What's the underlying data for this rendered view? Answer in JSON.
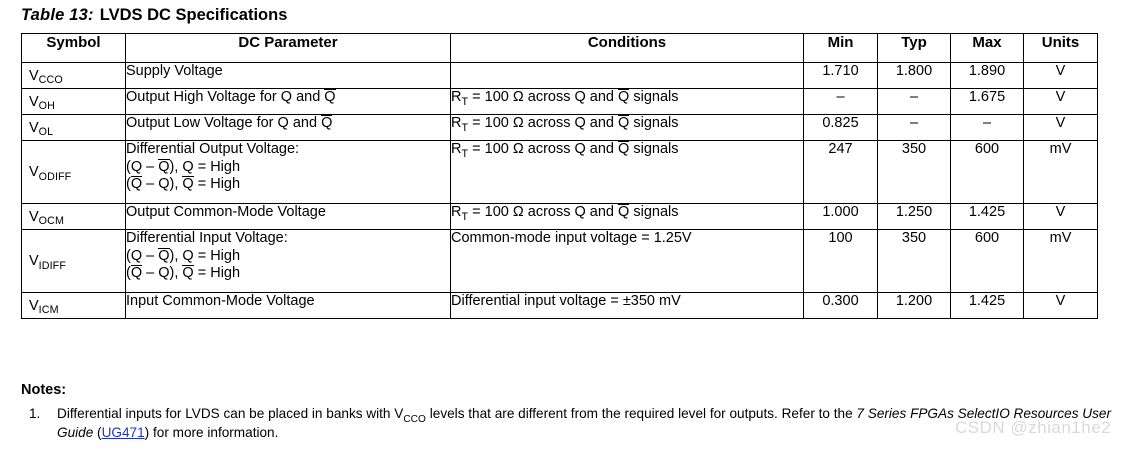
{
  "caption": {
    "label": "Table  13:",
    "title": "LVDS DC Specifications"
  },
  "table": {
    "headers": [
      "Symbol",
      "DC Parameter",
      "Conditions",
      "Min",
      "Typ",
      "Max",
      "Units"
    ],
    "accent_color": "#9E0B0E",
    "rows": [
      {
        "symbol_base": "V",
        "symbol_sub": "CCO",
        "parameter_lines": [
          "Supply Voltage"
        ],
        "condition": "",
        "min": "1.710",
        "typ": "1.800",
        "max": "1.890",
        "units": "V"
      },
      {
        "symbol_base": "V",
        "symbol_sub": "OH",
        "parameter_lines": [
          "Output High Voltage for Q and Q̅"
        ],
        "condition": "R_T = 100 Ω across Q and Q̅ signals",
        "min": "–",
        "typ": "–",
        "max": "1.675",
        "units": "V"
      },
      {
        "symbol_base": "V",
        "symbol_sub": "OL",
        "parameter_lines": [
          "Output Low Voltage for Q and Q̅"
        ],
        "condition": "R_T = 100 Ω across Q and Q̅ signals",
        "min": "0.825",
        "typ": "–",
        "max": "–",
        "units": "V"
      },
      {
        "symbol_base": "V",
        "symbol_sub": "ODIFF",
        "parameter_lines": [
          "Differential Output Voltage:",
          "(Q – Q̅), Q = High",
          "(Q̅ – Q), Q̅ = High"
        ],
        "condition": "R_T = 100 Ω across Q and Q̅ signals",
        "min": "247",
        "typ": "350",
        "max": "600",
        "units": "mV"
      },
      {
        "symbol_base": "V",
        "symbol_sub": "OCM",
        "parameter_lines": [
          "Output Common-Mode Voltage"
        ],
        "condition": "R_T = 100 Ω across Q and Q̅ signals",
        "min": "1.000",
        "typ": "1.250",
        "max": "1.425",
        "units": "V"
      },
      {
        "symbol_base": "V",
        "symbol_sub": "IDIFF",
        "parameter_lines": [
          "Differential Input Voltage:",
          "(Q – Q̅), Q = High",
          "(Q̅ – Q), Q̅ = High"
        ],
        "condition": "Common-mode input voltage = 1.25V",
        "min": "100",
        "typ": "350",
        "max": "600",
        "units": "mV"
      },
      {
        "symbol_base": "V",
        "symbol_sub": "ICM",
        "parameter_lines": [
          "Input Common-Mode Voltage"
        ],
        "condition": "Differential input voltage = ±350 mV",
        "min": "0.300",
        "typ": "1.200",
        "max": "1.425",
        "units": "V"
      }
    ]
  },
  "notes": {
    "heading": "Notes:",
    "items": [
      {
        "number": "1.",
        "text_before": "Differential inputs for LVDS can be placed in banks with V",
        "subscript": "CCO",
        "text_middle": " levels that are different from the required level for outputs. Refer to the ",
        "italic_title": "7 Series FPGAs SelectIO Resources User Guide",
        "paren_open": " (",
        "link": "UG471",
        "paren_close": ")",
        "text_after": " for more information."
      }
    ]
  },
  "watermark": {
    "text": "CSDN @zhian1he2"
  }
}
